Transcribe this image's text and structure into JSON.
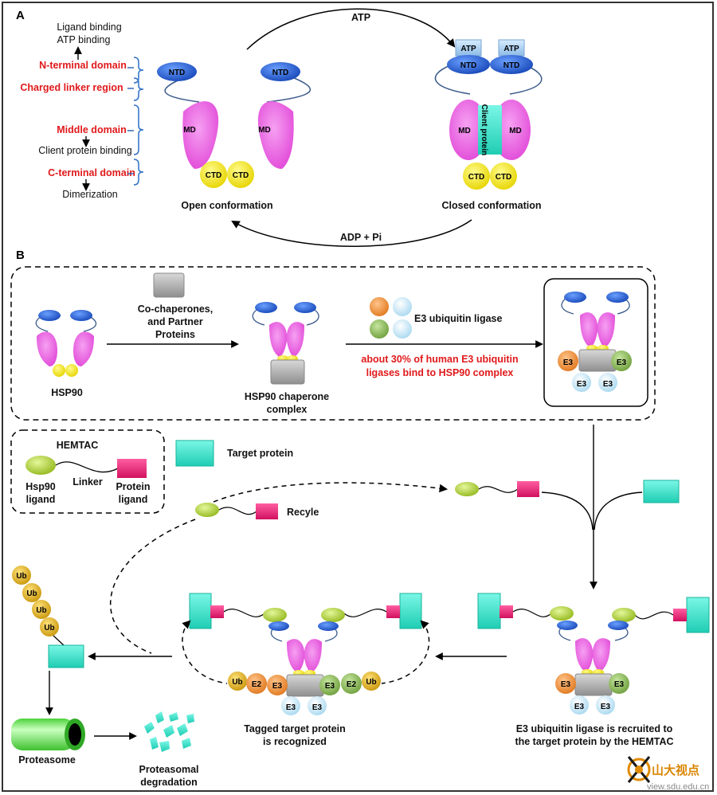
{
  "panelA": {
    "label": "A",
    "annotations": {
      "ligand_binding": "Ligand binding",
      "atp_binding": "ATP binding",
      "client_protein_binding": "Client protein binding",
      "dimerization": "Dimerization"
    },
    "domains": {
      "n_terminal": "N-terminal domain",
      "charged_linker": "Charged linker region",
      "middle": "Middle domain",
      "c_terminal": "C-terminal domain"
    },
    "shape_labels": {
      "ntd": "NTD",
      "md": "MD",
      "ctd": "CTD",
      "atp": "ATP",
      "client_protein": "Client protein"
    },
    "open_conformation": "Open conformation",
    "closed_conformation": "Closed conformation",
    "top_arrow": "ATP",
    "bottom_arrow": "ADP + Pi"
  },
  "panelB": {
    "label": "B",
    "hsp90": "HSP90",
    "cochaperones": [
      "Co-chaperones,",
      "and Partner",
      "Proteins"
    ],
    "chaperone_complex": [
      "HSP90 chaperone",
      "complex"
    ],
    "e3_ligase": "E3 ubiquitin ligase",
    "e3_note": [
      "about 30% of human E3 ubiquitin",
      "ligases bind to HSP90 complex"
    ],
    "e3": "E3",
    "e2": "E2",
    "ub": "Ub",
    "hemtac": {
      "title": "HEMTAC",
      "hsp90_ligand": [
        "Hsp90",
        "ligand"
      ],
      "linker": "Linker",
      "protein_ligand": [
        "Protein",
        "ligand"
      ]
    },
    "target_protein": "Target protein",
    "recycle": "Recyle",
    "tagged_caption": [
      "Tagged target protein",
      "is recognized"
    ],
    "recruited_caption": [
      "E3 ubiquitin ligase is recruited to",
      "the target protein by the HEMTAC"
    ],
    "proteasome": "Proteasome",
    "degradation": [
      "Proteasomal",
      "degradation"
    ]
  },
  "watermark": {
    "name": "山大视点",
    "url": "view.sdu.edu.cn"
  },
  "colors": {
    "ntd_blue": "#1f5fd6",
    "md_magenta": "#e84fe0",
    "ctd_yellow": "#f3e816",
    "atp_lightblue": "#a7cdf0",
    "client_cyan": "#2ee8c6",
    "target_cyan": "#35e3cf",
    "gray_box": "#a9a9a9",
    "e3_orange": "#f08a2a",
    "e3_green": "#7fb24a",
    "e3_lightblue": "#bfe3f5",
    "ub_gold": "#e1b41a",
    "hemtac_ligand_green": "#b2d234",
    "protein_ligand_pink": "#e8237a",
    "proteasome_green": "#86e878",
    "red_text": "#e0191b"
  }
}
